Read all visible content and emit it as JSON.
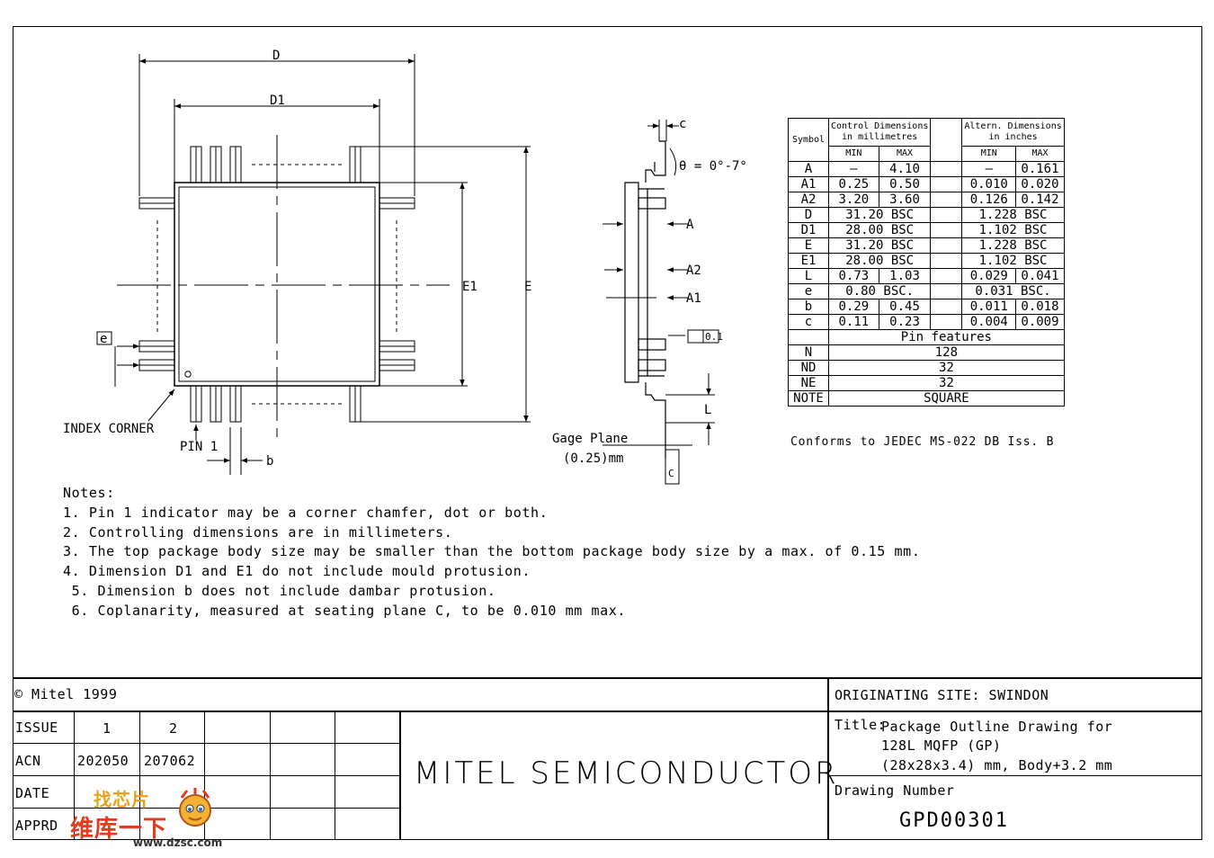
{
  "drawing": {
    "labels": {
      "D": "D",
      "D1": "D1",
      "E": "E",
      "E1": "E1",
      "e": "e",
      "b": "b",
      "index_corner": "INDEX CORNER",
      "pin1": "PIN 1",
      "c": "c",
      "theta": "θ = 0°-7°",
      "A": "A",
      "A2": "A2",
      "A1": "A1",
      "coplanarity": "0.1",
      "gage_plane_1": "Gage Plane",
      "gage_plane_2": "(0.25)mm",
      "L": "L",
      "C": "C"
    }
  },
  "dimensions_table": {
    "header": {
      "symbol": "Symbol",
      "control_1": "Control Dimensions",
      "control_2": "in millimetres",
      "altern_1": "Altern. Dimensions",
      "altern_2": "in inches",
      "min": "MIN",
      "max": "MAX"
    },
    "rows": [
      {
        "sym": "A",
        "mm_min": "—",
        "mm_max": "4.10",
        "in_min": "—",
        "in_max": "0.161"
      },
      {
        "sym": "A1",
        "mm_min": "0.25",
        "mm_max": "0.50",
        "in_min": "0.010",
        "in_max": "0.020"
      },
      {
        "sym": "A2",
        "mm_min": "3.20",
        "mm_max": "3.60",
        "in_min": "0.126",
        "in_max": "0.142"
      },
      {
        "sym": "D",
        "mm": "31.20 BSC",
        "in": "1.228 BSC"
      },
      {
        "sym": "D1",
        "mm": "28.00 BSC",
        "in": "1.102 BSC"
      },
      {
        "sym": "E",
        "mm": "31.20 BSC",
        "in": "1.228 BSC"
      },
      {
        "sym": "E1",
        "mm": "28.00 BSC",
        "in": "1.102 BSC"
      },
      {
        "sym": "L",
        "mm_min": "0.73",
        "mm_max": "1.03",
        "in_min": "0.029",
        "in_max": "0.041"
      },
      {
        "sym": "e",
        "mm": "0.80 BSC.",
        "in": "0.031 BSC."
      },
      {
        "sym": "b",
        "mm_min": "0.29",
        "mm_max": "0.45",
        "in_min": "0.011",
        "in_max": "0.018"
      },
      {
        "sym": "c",
        "mm_min": "0.11",
        "mm_max": "0.23",
        "in_min": "0.004",
        "in_max": "0.009"
      }
    ],
    "pin_features_label": "Pin features",
    "pin_rows": [
      {
        "sym": "N",
        "val": "128"
      },
      {
        "sym": "ND",
        "val": "32"
      },
      {
        "sym": "NE",
        "val": "32"
      },
      {
        "sym": "NOTE",
        "val": "SQUARE"
      }
    ],
    "conforms": "Conforms to JEDEC MS-022 DB Iss. B"
  },
  "notes": {
    "heading": "Notes:",
    "items": [
      "1. Pin 1 indicator may be a corner chamfer, dot or both.",
      "2. Controlling dimensions are in millimeters.",
      "3. The top package body size may be smaller than the bottom package body size by a max. of 0.15 mm.",
      "4. Dimension D1 and E1 do not include mould protusion.",
      " 5. Dimension b does not include dambar protusion.",
      " 6. Coplanarity, measured at seating plane C, to be 0.010 mm max."
    ]
  },
  "title_block": {
    "copyright": "© Mitel 1999",
    "originating_site": "ORIGINATING SITE: SWINDON",
    "issue_label": "ISSUE",
    "issue_1": "1",
    "issue_2": "2",
    "acn_label": "ACN",
    "acn_1": "202050",
    "acn_2": "207062",
    "date_label": "DATE",
    "apprd_label": "APPRD",
    "company": "MITEL SEMICONDUCTOR",
    "title_label": "Title:",
    "title_1": "Package Outline Drawing for",
    "title_2": "128L MQFP (GP)",
    "title_3": "(28x28x3.4) mm, Body+3.2 mm",
    "drawing_number_label": "Drawing Number",
    "drawing_number": "GPD00301"
  },
  "watermark": {
    "line1": "找芯片",
    "line2": "维库一下",
    "url": "www.dzsc.com"
  }
}
